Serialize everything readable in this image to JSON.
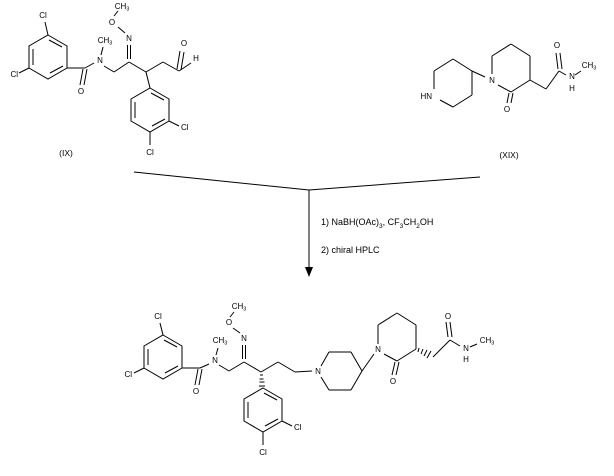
{
  "canvas": {
    "background": "#ffffff",
    "line_color": "#000000"
  },
  "compounds": {
    "ix": {
      "id_label": "(IX)",
      "atoms": {
        "cl_3": "Cl",
        "cl_5": "Cl",
        "benzoyl_o": "O",
        "n_methyl_ch3": "CH3",
        "amide_n": "N",
        "oxime_ome_ch3": "CH3",
        "oxime_o": "O",
        "oxime_n": "N",
        "aldehyde_o": "O",
        "aldehyde_h": "H",
        "aryl_cl_3": "Cl",
        "aryl_cl_4": "Cl"
      }
    },
    "xix": {
      "id_label": "(XIX)",
      "atoms": {
        "piperidine_hn": "HN",
        "lactam_n": "N",
        "lactam_o": "O",
        "acetamide_o": "O",
        "acetamide_n": "N",
        "acetamide_h": "H",
        "acetamide_ch3": "CH3"
      }
    },
    "product": {
      "atoms": {
        "cl_3": "Cl",
        "cl_5": "Cl",
        "benzoyl_o": "O",
        "n_methyl_ch3": "CH3",
        "amide_n": "N",
        "oxime_ome_ch3": "CH3",
        "oxime_o": "O",
        "oxime_n": "N",
        "aryl_cl_3": "Cl",
        "aryl_cl_4": "Cl",
        "piperidine_n": "N",
        "lactam_n": "N",
        "lactam_o": "O",
        "acetamide_o": "O",
        "acetamide_n": "N",
        "acetamide_h": "H",
        "acetamide_ch3": "CH3"
      }
    }
  },
  "reaction": {
    "step1_parts": [
      "1) NaBH(OAc)",
      "3",
      ", CF",
      "3",
      "CH",
      "2",
      "OH"
    ],
    "step2": "2) chiral HPLC"
  }
}
